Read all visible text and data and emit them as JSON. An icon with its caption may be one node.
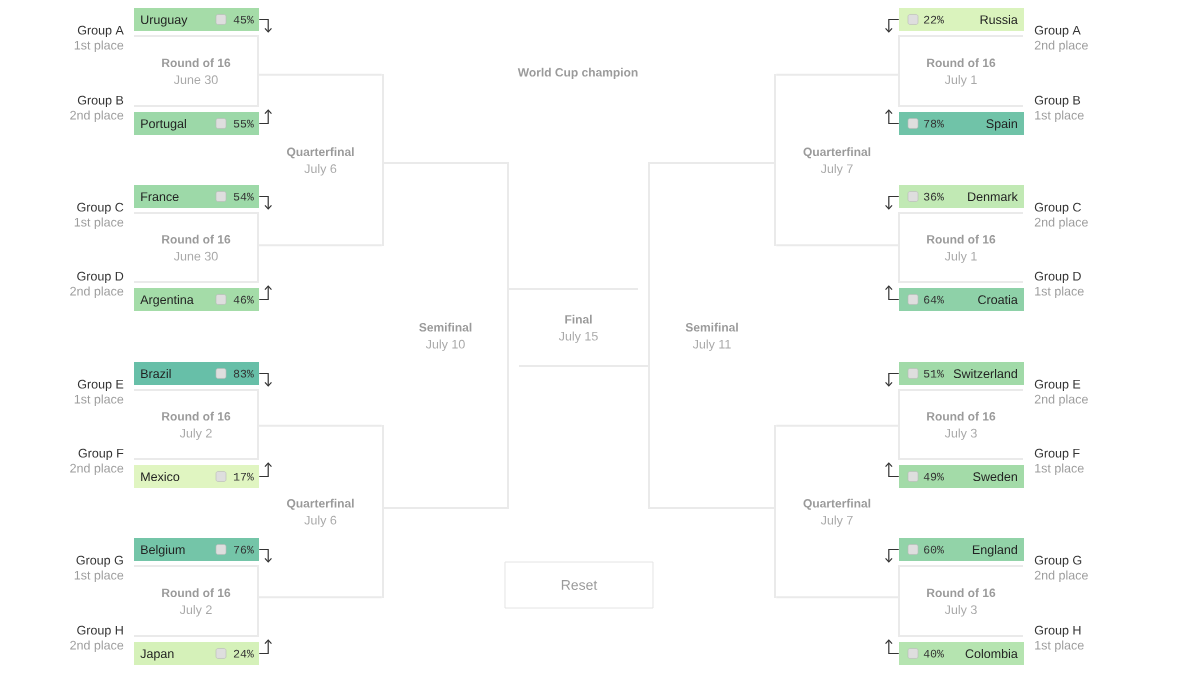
{
  "diagram": {
    "nodes": [
      {
        "text": [
          "Uruguay",
          "45%"
        ],
        "beside": [
          "Group A",
          "1st place"
        ]
      },
      {
        "text": [
          "Round of 16",
          "June 30"
        ]
      },
      {
        "text": [
          "Portugal",
          "55%"
        ],
        "beside": [
          "Group B",
          "2nd place"
        ]
      },
      {
        "text": [
          "France",
          "54%"
        ],
        "beside": [
          "Group C",
          "1st place"
        ]
      },
      {
        "text": [
          "Round of 16",
          "June 30"
        ]
      },
      {
        "text": [
          "Argentina",
          "46%"
        ],
        "beside": [
          "Group D",
          "2nd place"
        ]
      },
      {
        "text": [
          "Brazil",
          "83%"
        ],
        "beside": [
          "Group E",
          "1st place"
        ]
      },
      {
        "text": [
          "Round of 16",
          "July 2"
        ]
      },
      {
        "text": [
          "Mexico",
          "17%"
        ],
        "beside": [
          "Group F",
          "2nd place"
        ]
      },
      {
        "text": [
          "Belgium",
          "76%"
        ],
        "beside": [
          "Group G",
          "1st place"
        ]
      },
      {
        "text": [
          "Round of 16",
          "July 2"
        ]
      },
      {
        "text": [
          "Japan",
          "24%"
        ],
        "beside": [
          "Group H",
          "2nd place"
        ]
      },
      {
        "text": [],
        "shape": "bar",
        "beside": [
          "Quarterfinal",
          "July 6"
        ]
      },
      {
        "text": [],
        "shape": "bar",
        "beside": [
          "Quarterfinal",
          "July 6"
        ]
      },
      {
        "text": [
          "Semifinal",
          "July 10"
        ]
      },
      {
        "text": [
          "Final",
          "July 15"
        ]
      },
      {
        "text": [
          "Semifinal",
          "July 11"
        ]
      },
      {
        "text": [],
        "shape": "bar",
        "beside": [
          "Quarterfinal",
          "July 7"
        ]
      },
      {
        "text": [],
        "shape": "bar",
        "beside": [
          "Quarterfinal",
          "July 7"
        ]
      },
      {
        "text": [
          "22%",
          "Russia"
        ],
        "beside": [
          "Group A",
          "2nd place"
        ]
      },
      {
        "text": [
          "Round of 16",
          "July 1"
        ]
      },
      {
        "text": [
          "78%",
          "Spain"
        ],
        "beside": [
          "Group B",
          "1st place"
        ]
      },
      {
        "text": [
          "36%",
          "Denmark"
        ],
        "beside": [
          "Group C",
          "2nd place"
        ]
      },
      {
        "text": [
          "Round of 16",
          "July 1"
        ]
      },
      {
        "text": [
          "64%",
          "Croatia"
        ],
        "beside": [
          "Group D",
          "1st place"
        ]
      },
      {
        "text": [
          "51%",
          "Switzerland"
        ],
        "beside": [
          "Group E",
          "2nd place"
        ]
      },
      {
        "text": [
          "Round of 16",
          "July 3"
        ]
      },
      {
        "text": [
          "49%",
          "Sweden"
        ],
        "beside": [
          "Group F",
          "1st place"
        ]
      },
      {
        "text": [
          "60%",
          "England"
        ],
        "beside": [
          "Group G",
          "2nd place"
        ]
      },
      {
        "text": [
          "Round of 16",
          "July 3"
        ]
      },
      {
        "text": [
          "40%",
          "Colombia"
        ],
        "beside": [
          "Group H",
          "1st place"
        ]
      },
      {
        "text": [
          "Reset"
        ]
      }
    ],
    "edges": [
      {
        "from": 0,
        "to": 1,
        "arrow": "to"
      },
      {
        "from": 2,
        "to": 1,
        "arrow": "to"
      },
      {
        "from": 3,
        "to": 4,
        "arrow": "to"
      },
      {
        "from": 5,
        "to": 4,
        "arrow": "to"
      },
      {
        "from": 6,
        "to": 7,
        "arrow": "to"
      },
      {
        "from": 8,
        "to": 7,
        "arrow": "to"
      },
      {
        "from": 9,
        "to": 10,
        "arrow": "to"
      },
      {
        "from": 11,
        "to": 10,
        "arrow": "to"
      },
      {
        "from": 19,
        "to": 20,
        "arrow": "to"
      },
      {
        "from": 21,
        "to": 20,
        "arrow": "to"
      },
      {
        "from": 22,
        "to": 23,
        "arrow": "to"
      },
      {
        "from": 24,
        "to": 23,
        "arrow": "to"
      },
      {
        "from": 25,
        "to": 26,
        "arrow": "to"
      },
      {
        "from": 27,
        "to": 26,
        "arrow": "to"
      },
      {
        "from": 28,
        "to": 29,
        "arrow": "to"
      },
      {
        "from": 30,
        "to": 29,
        "arrow": "to"
      },
      {
        "from": 1,
        "to": 12,
        "arrow": "none",
        "color": "#eaeaea"
      },
      {
        "from": 4,
        "to": 12,
        "arrow": "none",
        "color": "#eaeaea"
      },
      {
        "from": 7,
        "to": 13,
        "arrow": "none",
        "color": "#eaeaea"
      },
      {
        "from": 10,
        "to": 13,
        "arrow": "none",
        "color": "#eaeaea"
      },
      {
        "from": 20,
        "to": 17,
        "arrow": "none",
        "color": "#eaeaea"
      },
      {
        "from": 23,
        "to": 17,
        "arrow": "none",
        "color": "#eaeaea"
      },
      {
        "from": 26,
        "to": 18,
        "arrow": "none",
        "color": "#eaeaea"
      },
      {
        "from": 29,
        "to": 18,
        "arrow": "none",
        "color": "#eaeaea"
      }
    ],
    "labels": [
      "World Cup champion"
    ]
  }
}
